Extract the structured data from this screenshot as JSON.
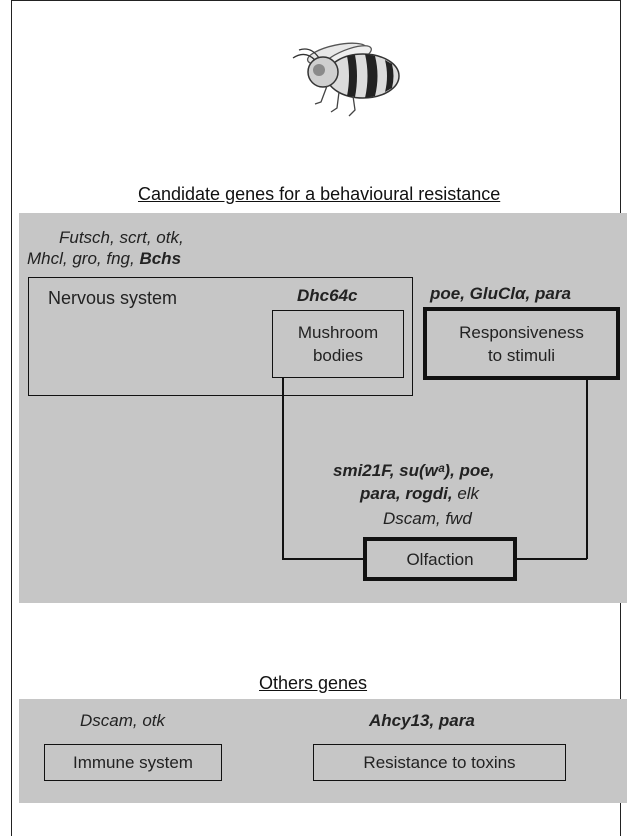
{
  "sections": {
    "behavioural_title": "Candidate genes for a behavioural resistance",
    "others_title": "Others genes"
  },
  "behavioural": {
    "ns_genes_line1": "Futsch, scrt, otk,",
    "ns_genes_line2_plain": "Mhcl, gro, fng,",
    "ns_genes_line2_bold": "Bchs",
    "nervous_system_label": "Nervous system",
    "mushroom_gene": "Dhc64c",
    "mushroom_label_1": "Mushroom",
    "mushroom_label_2": "bodies",
    "resp_genes": "poe, GluClα,  para",
    "resp_label_1": "Responsiveness",
    "resp_label_2": "to stimuli",
    "olf_genes_line1": "smi21F, su(wᵃ), poe,",
    "olf_genes_line2_bold": "para, rogdi,",
    "olf_genes_line2_plain": "elk",
    "olf_genes_line3": "Dscam, fwd",
    "olfaction_label": "Olfaction"
  },
  "others": {
    "immune_genes": "Dscam, otk",
    "immune_label": "Immune system",
    "toxin_genes": "Ahcy13, para",
    "toxin_label": "Resistance to toxins"
  },
  "icons": {
    "bee": "bee-icon"
  },
  "colors": {
    "panel": "#c6c6c6",
    "line": "#111111"
  }
}
